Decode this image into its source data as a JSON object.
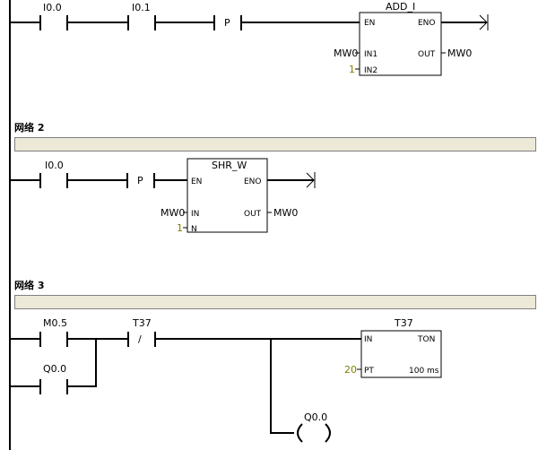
{
  "network1": {
    "contact_a": "I0.0",
    "contact_b": "I0.1",
    "edge_label": "P",
    "box": {
      "title": "ADD_I",
      "en": "EN",
      "eno": "ENO",
      "in1": "IN1",
      "in2": "IN2",
      "out": "OUT",
      "in1_val": "MW0",
      "in2_val": "1",
      "out_val": "MW0"
    }
  },
  "network2": {
    "title": "网络 2",
    "contact_a": "I0.0",
    "edge_label": "P",
    "box": {
      "title": "SHR_W",
      "en": "EN",
      "eno": "ENO",
      "in": "IN",
      "n": "N",
      "out": "OUT",
      "in_val": "MW0",
      "n_val": "1",
      "out_val": "MW0"
    }
  },
  "network3": {
    "title": "网络 3",
    "contact_a": "M0.5",
    "contact_b": "T37",
    "contact_b_mark": "/",
    "contact_c": "Q0.0",
    "timer": {
      "name": "T37",
      "in": "IN",
      "type": "TON",
      "pt": "PT",
      "pt_val": "20",
      "base": "100 ms"
    },
    "coil": {
      "label": "Q0.0"
    }
  },
  "colors": {
    "bar": "#ECE9D8",
    "constant": "#808000"
  }
}
